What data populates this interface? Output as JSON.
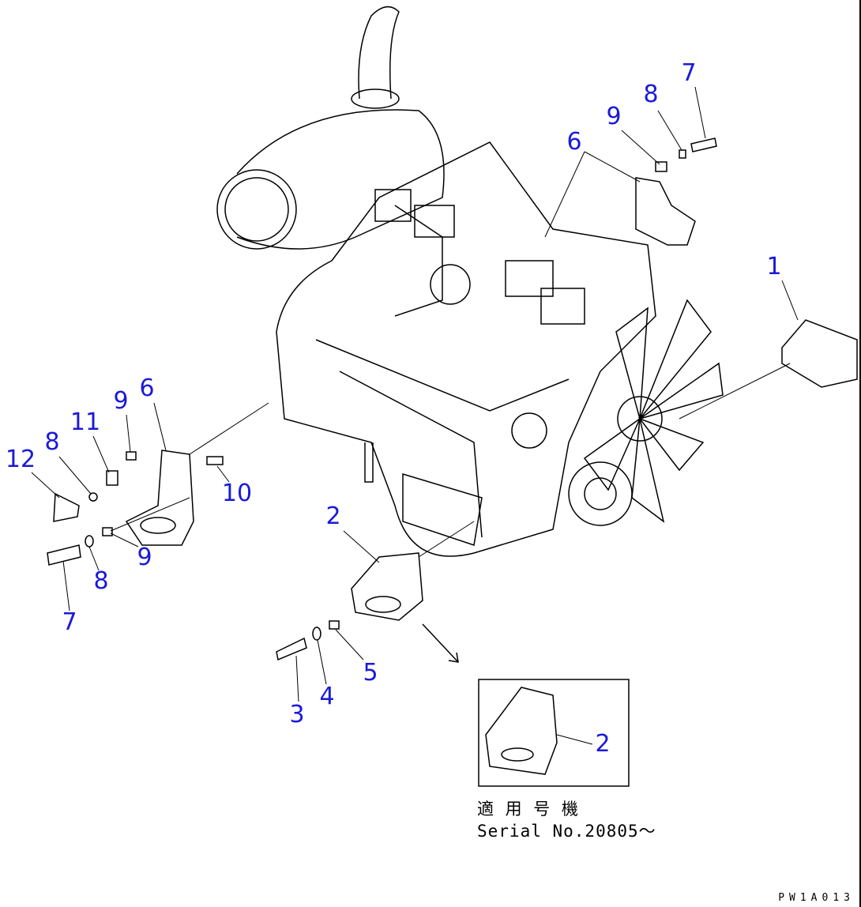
{
  "diagram": {
    "callouts": {
      "c7_top": "7",
      "c8_top": "8",
      "c9_top": "9",
      "c6_top": "6",
      "c1": "1",
      "c6_left": "6",
      "c9_left": "9",
      "c11": "11",
      "c8_left": "8",
      "c12": "12",
      "c10": "10",
      "c9_low": "9",
      "c8_low": "8",
      "c7_low": "7",
      "c2": "2",
      "c5": "5",
      "c4": "4",
      "c3": "3",
      "c2_inset": "2"
    },
    "applicable_label": "適 用 号 機",
    "serial": "Serial No.20805〜",
    "drawing_code": "PW1A013"
  }
}
